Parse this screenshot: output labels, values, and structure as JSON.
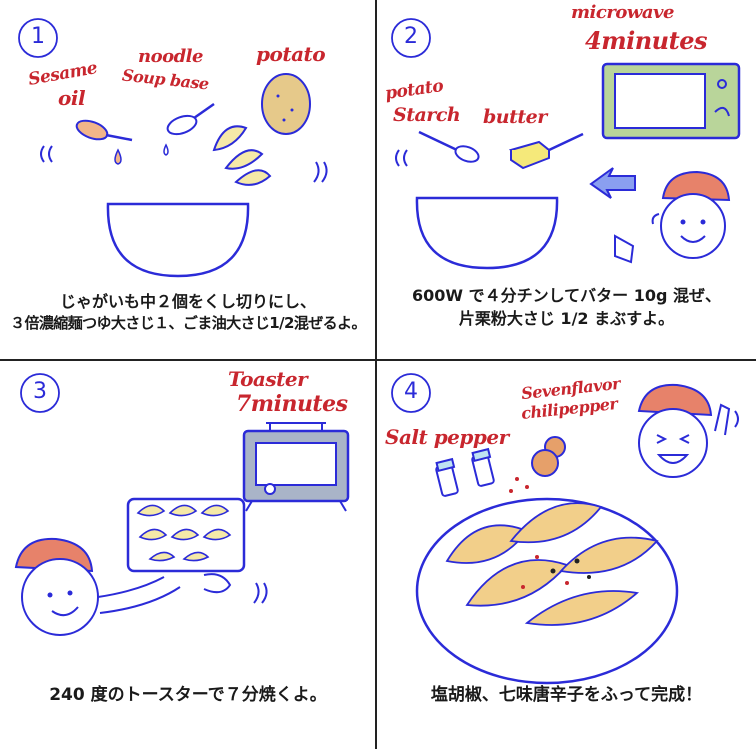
{
  "steps": [
    {
      "number": "1",
      "labels": {
        "sesame": "Sesame",
        "oil": "oil",
        "noodle": "noodle",
        "soup_base": "Soup base",
        "potato": "potato"
      },
      "caption_line1": "じゃがいも中２個をくし切りにし、",
      "caption_line2": "３倍濃縮麺つゆ大さじ１、ごま油大さじ1/2混ぜるよ。"
    },
    {
      "number": "2",
      "labels": {
        "microwave": "microwave",
        "minutes": "4minutes",
        "potato": "potato",
        "starch": "Starch",
        "butter": "butter"
      },
      "caption_line1": "600W で４分チンしてバター 10g 混ぜ、",
      "caption_line2": "片栗粉大さじ 1/2 まぶすよ。"
    },
    {
      "number": "3",
      "labels": {
        "toaster": "Toaster",
        "minutes": "7minutes"
      },
      "caption_line1": "240 度のトースターで７分焼くよ。"
    },
    {
      "number": "4",
      "labels": {
        "salt_pepper": "Salt pepper",
        "sevenflavor": "Sevenflavor",
        "chili_pepper": "chilipepper"
      },
      "caption_line1": "塩胡椒、七味唐辛子をふって完成！"
    }
  ],
  "colors": {
    "ink": "#2b2bd8",
    "label_red": "#c8262e",
    "divider": "#222222",
    "potato": "#f5e9a8",
    "potato_skin": "#e6c98a",
    "hat": "#e7826a",
    "appliance": "#a9b4c8",
    "microwave_green": "#b9d59a",
    "oil": "#f2b589"
  }
}
